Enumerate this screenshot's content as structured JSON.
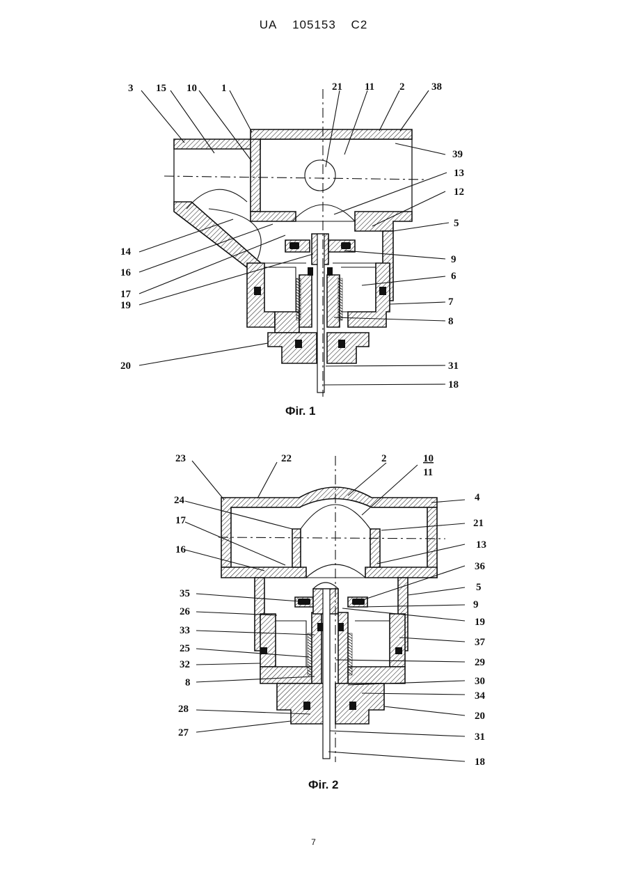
{
  "header": {
    "country": "UA",
    "number": "105153",
    "kind": "C2"
  },
  "figure1": {
    "caption": "Фіг. 1",
    "labels": [
      "3",
      "15",
      "10",
      "1",
      "21",
      "11",
      "2",
      "38",
      "39",
      "13",
      "12",
      "5",
      "9",
      "6",
      "7",
      "8",
      "31",
      "18",
      "14",
      "16",
      "17",
      "19",
      "20"
    ]
  },
  "figure2": {
    "caption": "Фіг. 2",
    "labels": [
      "23",
      "22",
      "2",
      "10",
      "11",
      "4",
      "24",
      "21",
      "17",
      "16",
      "13",
      "36",
      "5",
      "35",
      "9",
      "26",
      "19",
      "33",
      "37",
      "25",
      "29",
      "32",
      "8",
      "30",
      "34",
      "28",
      "20",
      "27",
      "31",
      "18"
    ]
  },
  "page_number": "7"
}
